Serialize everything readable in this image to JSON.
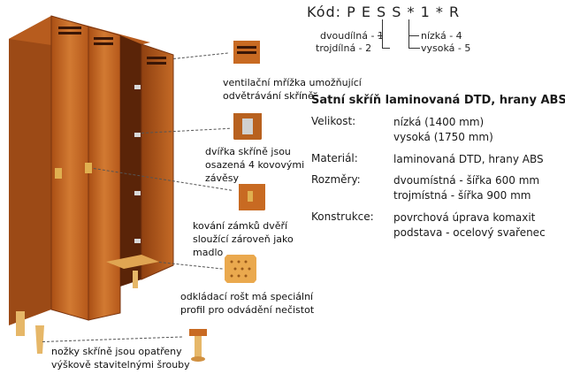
{
  "code": {
    "title": "Kód: P E S S * 1 * R",
    "left_options": [
      "dvoudílná - 1",
      "trojdílná - 2"
    ],
    "right_options": [
      "nízká - 4",
      "vysoká - 5"
    ]
  },
  "spec": {
    "title": "Šatní skříň laminovaná DTD, hrany ABS",
    "rows": [
      {
        "label": "Velikost:",
        "values": [
          "nízká (1400 mm)",
          "vysoká (1750 mm)"
        ]
      },
      {
        "label": "Materiál:",
        "values": [
          "laminovaná DTD, hrany ABS"
        ]
      },
      {
        "label": "Rozměry:",
        "values": [
          "dvoumístná - šířka 600 mm",
          "trojmístná - šířka 900 mm"
        ]
      },
      {
        "label": "Konstrukce:",
        "values": [
          "povrchová úprava komaxit",
          "podstava - ocelový svařenec"
        ]
      }
    ]
  },
  "annotations": [
    {
      "id": "vent",
      "lines": [
        "ventilační mřížka umožňující",
        "odvětrávání skříně"
      ],
      "icon": "vent-grille-icon"
    },
    {
      "id": "hinge",
      "lines": [
        "dvířka skříně jsou",
        "osazená 4 kovovými",
        "závěsy"
      ],
      "icon": "hinge-icon"
    },
    {
      "id": "lock",
      "lines": [
        "kování zámků dvěří",
        "sloužící zároveň jako",
        "madlo"
      ],
      "icon": "lock-handle-icon"
    },
    {
      "id": "grate",
      "lines": [
        "odkládací rošt má speciální",
        "profil pro odvádění nečistot"
      ],
      "icon": "perforated-grate-icon"
    },
    {
      "id": "feet",
      "lines": [
        "nožky skříně jsou opatřeny",
        "výškově stavitelnými šrouby"
      ],
      "icon": "adjustable-foot-icon"
    }
  ],
  "colors": {
    "wood": "#c86a22",
    "wood_dark": "#8a3e10",
    "steel": "#e8b45a"
  }
}
